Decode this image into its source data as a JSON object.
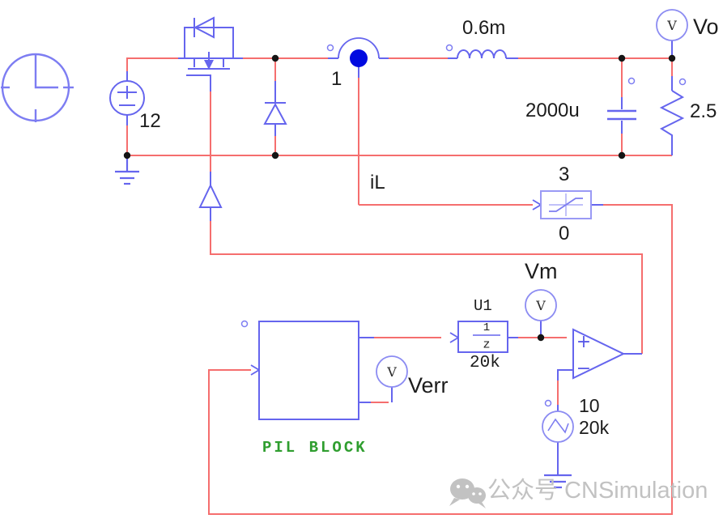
{
  "power_stage": {
    "dc_source_value": "12",
    "current_sensor_gain": "1",
    "inductor_value": "0.6m",
    "capacitor_value": "2000u",
    "load_resistor_value": "2.5",
    "output_probe_label": "Vo"
  },
  "probe_symbol": "V",
  "control_loop": {
    "inductor_current_label": "iL",
    "limiter": {
      "upper": "3",
      "lower": "0"
    },
    "pil_block_label": "PIL BLOCK",
    "error_probe_label": "Verr",
    "unit_delay": {
      "name": "U1",
      "numerator": "1",
      "denominator": "z",
      "param": "20k"
    },
    "modulator_probe_label": "Vm",
    "comparator": {
      "noninverting": "+",
      "inverting": "−"
    },
    "carrier_source": {
      "amplitude": "10",
      "frequency": "20k"
    }
  },
  "watermark": {
    "text": "公众号 CNSimulation"
  },
  "colors": {
    "wire": "#f56e6e",
    "component": "#6565ee",
    "probe": "#8c8cf2",
    "sensor_dot": "#000ae0",
    "label_text": "#1c1c1c",
    "pil_text": "#2f9e2f",
    "watermark": "#c2c2c2"
  }
}
